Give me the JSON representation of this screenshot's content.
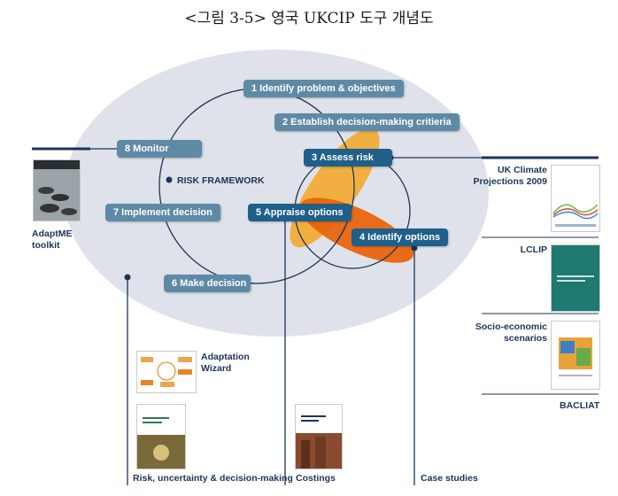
{
  "caption": "<그림 3-5> 영국 UKCIP 도구 개념도",
  "framework_label": "RISK FRAMEWORK",
  "steps": [
    {
      "label": "1  Identify problem & objectives"
    },
    {
      "label": "2  Establish decision-making critieria"
    },
    {
      "label": "3  Assess risk"
    },
    {
      "label": "4  Identify options"
    },
    {
      "label": "5  Appraise options"
    },
    {
      "label": "6  Make decision"
    },
    {
      "label": "7  Implement decision"
    },
    {
      "label": "8  Monitor"
    }
  ],
  "tools": {
    "adaptme": "AdaptME toolkit",
    "ukcp": "UK Climate Projections 2009",
    "lclip": "LCLIP",
    "socio": "Socio-economic scenarios",
    "bacliat": "BACLIAT",
    "wizard": "Adaptation Wizard",
    "risk_uncertainty": "Risk, uncertainty & decision-making",
    "costings": "Costings",
    "case_studies": "Case studies"
  },
  "colors": {
    "ellipse": "#dfe2ea",
    "step_light": "#5f8aa6",
    "step_dark": "#1f5f8a",
    "line": "#1c3557",
    "petal_orange": "#f5a623",
    "petal_dark_orange": "#e8650f",
    "label": "#1c3557"
  }
}
